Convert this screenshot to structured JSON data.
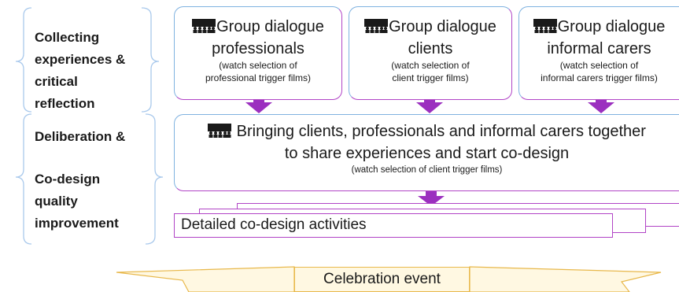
{
  "stages": [
    {
      "lines": [
        "Collecting",
        "experiences &",
        "critical",
        "reflection"
      ]
    },
    {
      "lines": [
        "Deliberation &"
      ]
    },
    {
      "lines": [
        "Co-design",
        "quality",
        "improvement"
      ]
    }
  ],
  "groups": [
    {
      "title_line1": "Group dialogue",
      "title_line2": "professionals",
      "sub_line1": "(watch selection of",
      "sub_line2": "professional trigger films)",
      "icon": "audience-icon"
    },
    {
      "title_line1": "Group dialogue",
      "title_line2": "clients",
      "sub_line1": "(watch selection of",
      "sub_line2": "client trigger films)",
      "icon": "audience-icon"
    },
    {
      "title_line1": "Group dialogue",
      "title_line2": "informal carers",
      "sub_line1": "(watch selection of",
      "sub_line2": "informal carers trigger films)",
      "icon": "audience-icon"
    }
  ],
  "bringing": {
    "line1": "Bringing clients, professionals and informal carers together",
    "line2": "to share experiences and start co-design",
    "sub": "(watch selection of client trigger films)",
    "icon": "audience-icon"
  },
  "codesign": {
    "label": "Detailed co-design activities"
  },
  "celebration": {
    "label": "Celebration event"
  },
  "colors": {
    "arrow": "#9b2fbf",
    "box_border_purple": "#b144c6",
    "box_border_blue": "#7fb2e0",
    "brace": "#a9c9ec",
    "celebration_fill": "#fff8e2",
    "celebration_border": "#e8b84b"
  }
}
